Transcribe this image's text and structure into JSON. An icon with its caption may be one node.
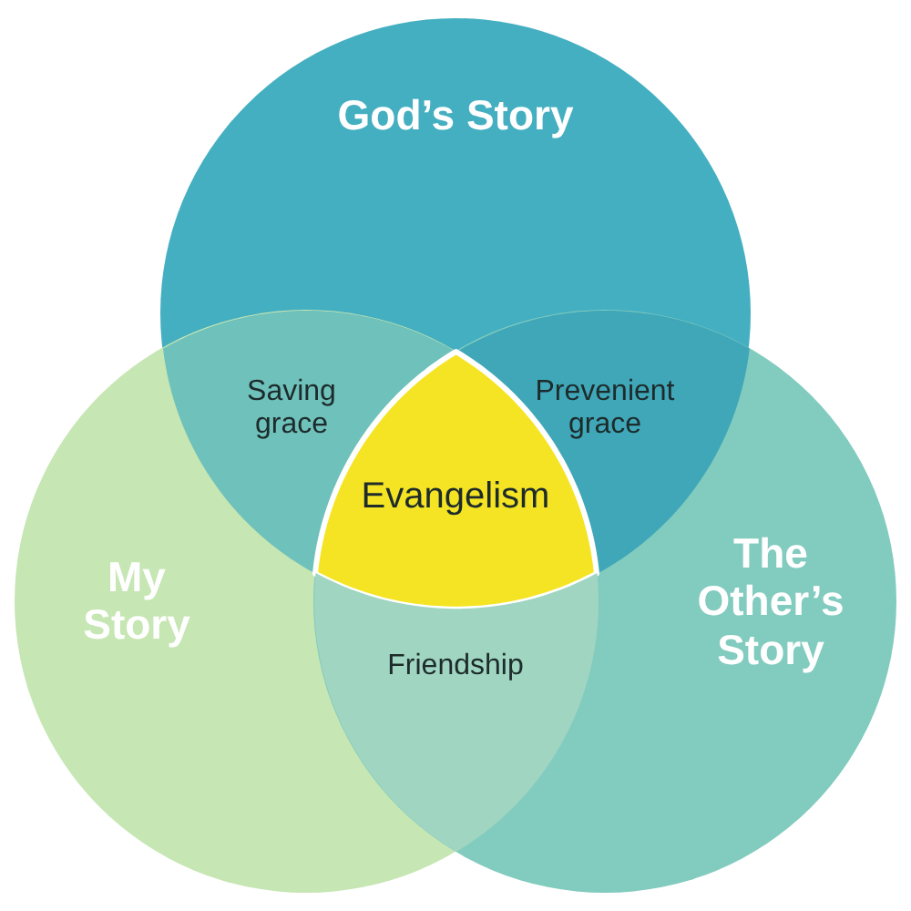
{
  "diagram": {
    "nodes": [
      {
        "text": [
          "God’s Story"
        ]
      },
      {
        "text": [
          "Saving grace"
        ]
      },
      {
        "text": [
          "Prevenient grace"
        ]
      },
      {
        "text": [
          "Evangelism"
        ]
      },
      {
        "text": [
          "My Story"
        ]
      },
      {
        "text": [
          "The Other’s Story"
        ]
      },
      {
        "text": [
          "Friendship"
        ]
      }
    ]
  }
}
